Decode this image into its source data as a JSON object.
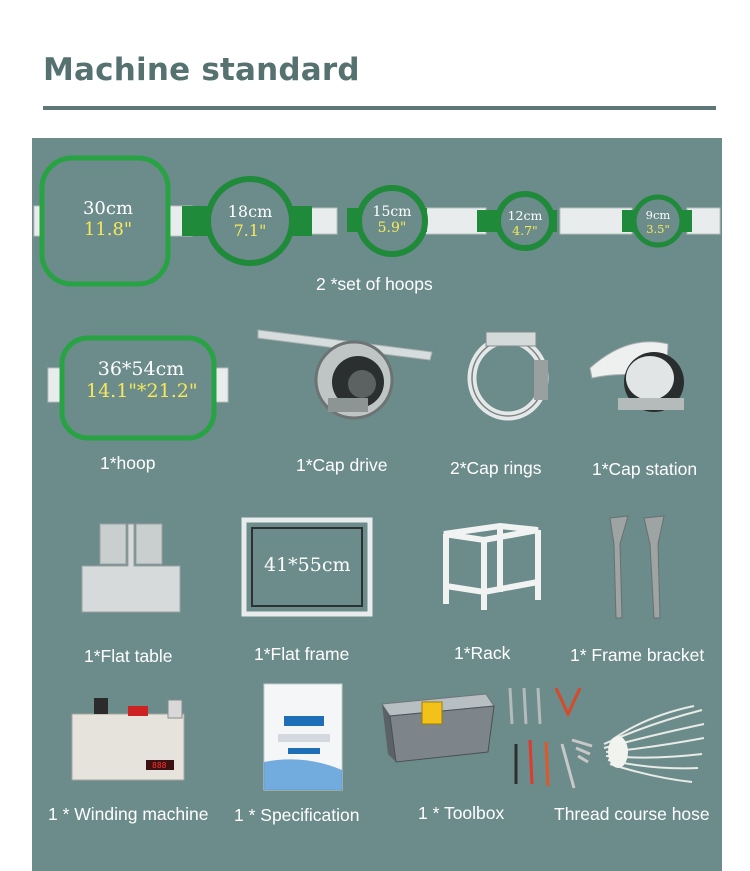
{
  "heading": "Machine standard",
  "hoops_row": {
    "caption": "2 *set of hoops",
    "hoops": [
      {
        "metric": "30cm",
        "imperial": "11.8\""
      },
      {
        "metric": "18cm",
        "imperial": "7.1\""
      },
      {
        "metric": "15cm",
        "imperial": "5.9\""
      },
      {
        "metric": "12cm",
        "imperial": "4.7\""
      },
      {
        "metric": "9cm",
        "imperial": "3.5\""
      }
    ]
  },
  "large_hoop": {
    "metric": "36*54cm",
    "imperial": "14.1\"*21.2\"",
    "caption": "1*hoop"
  },
  "flat_frame": {
    "size": "41*55cm",
    "caption": "1*Flat frame"
  },
  "items": {
    "cap_drive": "1*Cap drive",
    "cap_rings": "2*Cap rings",
    "cap_station": "1*Cap station",
    "flat_table": "1*Flat table",
    "rack": "1*Rack",
    "frame_bracket": "1* Frame bracket",
    "winding_machine": "1 * Winding machine",
    "specification": "1 * Specification",
    "toolbox": "1  * Toolbox",
    "thread_hose": "Thread course hose"
  },
  "colors": {
    "panel": "#6c8b8b",
    "heading": "#557170",
    "hoop_green": "#1f8a3a",
    "accent_yellow": "#f6e85a"
  }
}
